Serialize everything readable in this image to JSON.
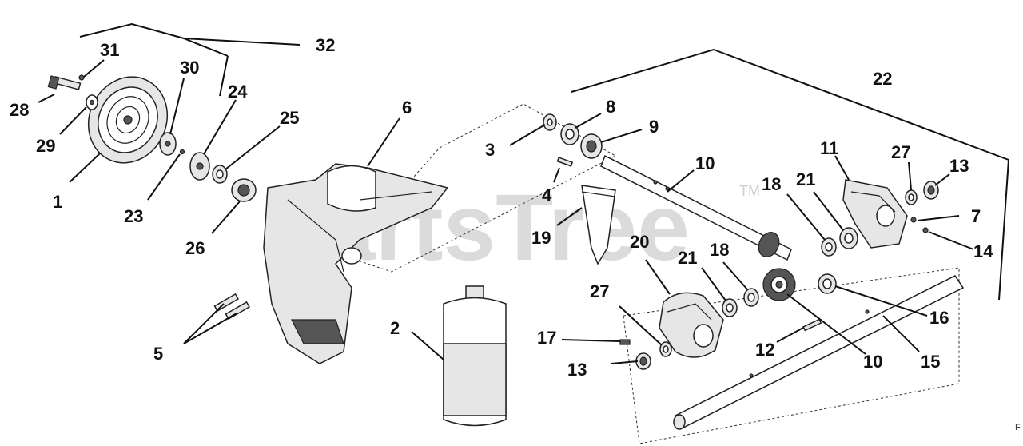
{
  "watermark": {
    "text": "PartsTree",
    "tm": "TM"
  },
  "corner_mark": "F",
  "callouts": {
    "c1": "1",
    "c2": "2",
    "c3": "3",
    "c4": "4",
    "c5": "5",
    "c6": "6",
    "c7": "7",
    "c8": "8",
    "c9": "9",
    "c10a": "10",
    "c10b": "10",
    "c11": "11",
    "c12": "12",
    "c13a": "13",
    "c13b": "13",
    "c14": "14",
    "c15": "15",
    "c16": "16",
    "c17": "17",
    "c18a": "18",
    "c18b": "18",
    "c19": "19",
    "c20": "20",
    "c21a": "21",
    "c21b": "21",
    "c22": "22",
    "c23": "23",
    "c24": "24",
    "c25": "25",
    "c26": "26",
    "c27a": "27",
    "c27b": "27",
    "c28": "28",
    "c29": "29",
    "c30": "30",
    "c31": "31",
    "c32": "32"
  }
}
